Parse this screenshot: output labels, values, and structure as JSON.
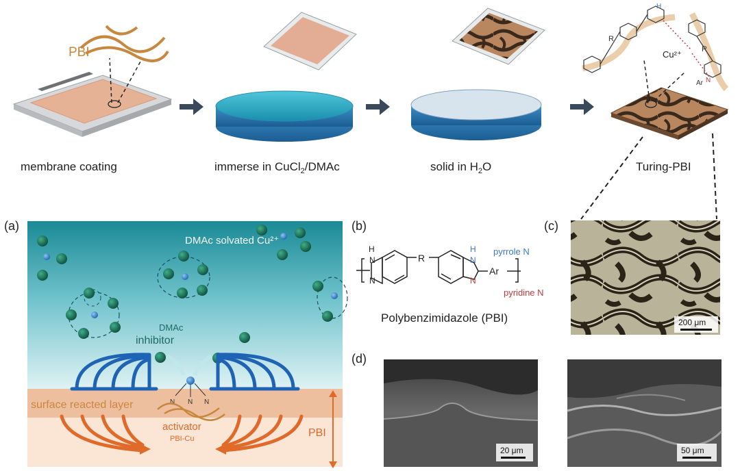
{
  "top_row": {
    "pbi_label": "PBI",
    "steps": [
      {
        "label": "membrane coating"
      },
      {
        "label_prefix": "immerse in CuCl",
        "label_sub": "2",
        "label_suffix": "/DMAc"
      },
      {
        "label_prefix": "solid in H",
        "label_sub": "2",
        "label_suffix": "O"
      },
      {
        "label": "Turing-PBI"
      }
    ],
    "cu_label": "Cu²⁺"
  },
  "panel_a": {
    "tag": "(a)",
    "solvated_label": "DMAc solvated Cu²⁺",
    "inhibitor_top": "DMAc",
    "inhibitor_bottom": "inhibitor",
    "surface_layer_label": "surface reacted layer",
    "activator_label": "activator",
    "activator_sub": "PBI-Cu",
    "pbi_label": "PBI"
  },
  "panel_b": {
    "tag": "(b)",
    "pyrrole_label": "pyrrole N",
    "pyridine_label": "pyridine N",
    "r_label": "R",
    "ar_label": "Ar",
    "caption": "Polybenzimidazole (PBI)"
  },
  "panel_c": {
    "tag": "(c)",
    "scale_bar": "200 μm"
  },
  "panel_d": {
    "tag": "(d)",
    "scale_left": "20 μm",
    "scale_right": "50 μm"
  },
  "colors": {
    "pbi_orange": "#c8873f",
    "teal": "#1e8e8e",
    "blue": "#1f63b5",
    "orange_arrow": "#e06a2a",
    "pyrrole_blue": "#3a78c2",
    "pyridine_red": "#c23a3a"
  }
}
